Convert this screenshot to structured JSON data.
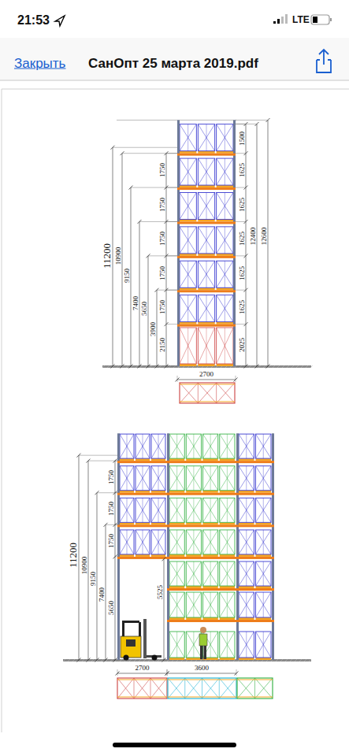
{
  "diagram": {
    "title": "СанОпт 25 марта 2019.pdf",
    "labels": [
      "21:53",
      "LTE",
      "Закрыть",
      "11200",
      "10900",
      "9150",
      "7400",
      "5650",
      "3900",
      "2150",
      "1750",
      "1750",
      "1750",
      "1750",
      "1750",
      "1500",
      "1625",
      "1625",
      "1625",
      "1625",
      "1625",
      "2025",
      "12400",
      "12600",
      "2700",
      "11200",
      "10900",
      "9150",
      "7400",
      "5650",
      "1750",
      "1750",
      "1750",
      "5525",
      "2700",
      "3600"
    ]
  }
}
